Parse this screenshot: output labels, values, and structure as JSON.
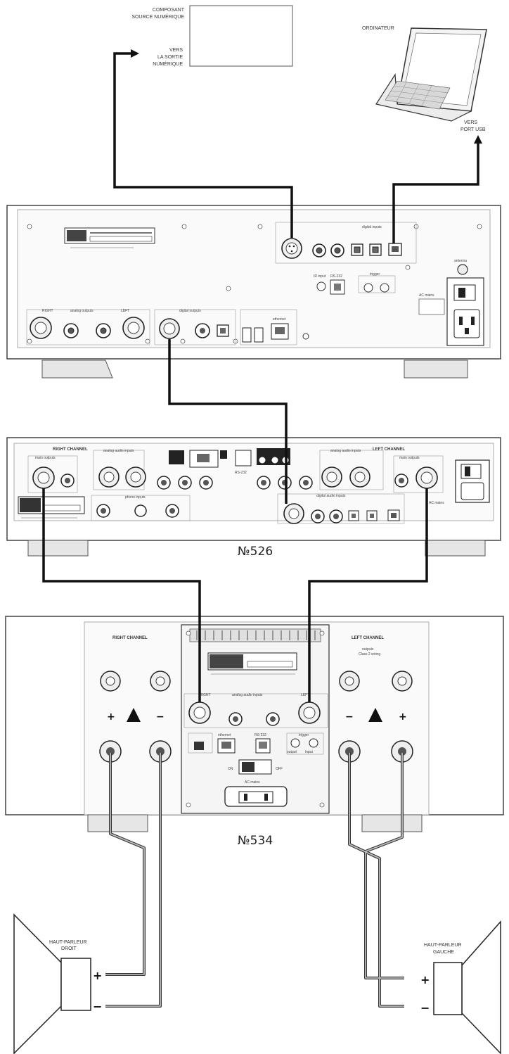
{
  "source": {
    "box_label_1": "COMPOSANT",
    "box_label_2": "SOURCE NUMÉRIQUE",
    "out_label_1": "VERS",
    "out_label_2": "LA SORTIE",
    "out_label_3": "NUMÉRIQUE"
  },
  "computer": {
    "label": "ORDINATEUR",
    "usb_label_1": "VERS",
    "usb_label_2": "PORT USB"
  },
  "dac": {
    "digital_inputs": "digital inputs",
    "analog_outputs": "analog outputs",
    "right": "RIGHT",
    "left": "LEFT",
    "digital_outputs": "digital outputs",
    "ethernet": "ethernet",
    "rs232": "RS-232",
    "trigger": "trigger",
    "ir_input": "IR input",
    "antenna": "antenna",
    "ac_mains": "AC mains"
  },
  "preamp": {
    "model": "№526",
    "right_channel": "RIGHT CHANNEL",
    "left_channel": "LEFT CHANNEL",
    "main_outputs": "main outputs",
    "analog_audio_inputs": "analog audio inputs",
    "phono_inputs": "phono inputs",
    "digital_audio_inputs": "digital audio inputs",
    "rs232": "RS-232",
    "power": "AC mains"
  },
  "amp": {
    "model": "№534",
    "right_channel": "RIGHT CHANNEL",
    "left_channel": "LEFT CHANNEL",
    "outputs": "outputs",
    "class": "Class 2 wiring",
    "plus": "+",
    "minus": "−",
    "analog_audio_inputs": "analog audio inputs",
    "right": "RIGHT",
    "left": "LEFT",
    "ethernet": "ethernet",
    "rs232": "RS-232",
    "trigger": "trigger",
    "output": "output",
    "input": "input",
    "on": "ON",
    "off": "OFF",
    "ac_mains": "AC mains"
  },
  "speaker_right": {
    "label_1": "HAUT-PARLEUR",
    "label_2": "DROIT",
    "plus": "+",
    "minus": "−"
  },
  "speaker_left": {
    "label_1": "HAUT-PARLEUR",
    "label_2": "GAUCHE",
    "plus": "+",
    "minus": "−"
  }
}
